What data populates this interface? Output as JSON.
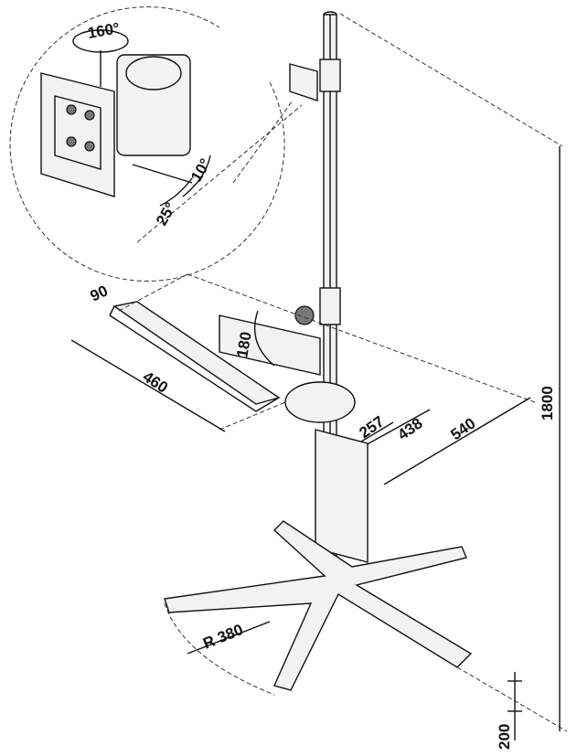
{
  "diagram": {
    "title": "Computer floor stand dimensions",
    "labels": {
      "monitor_rotation": "160°",
      "tilt_up": "10°",
      "tilt_down": "25°",
      "keyboard_depth": "90",
      "keyboard_width": "460",
      "keyboard_rotation": "180",
      "arm_257": "257",
      "arm_438": "438",
      "arm_540": "540",
      "total_height": "1800",
      "base_radius": "R 380",
      "base_height": "200"
    },
    "colors": {
      "line": "#111111",
      "fill": "#f2f2f2",
      "shade": "#777777"
    }
  }
}
